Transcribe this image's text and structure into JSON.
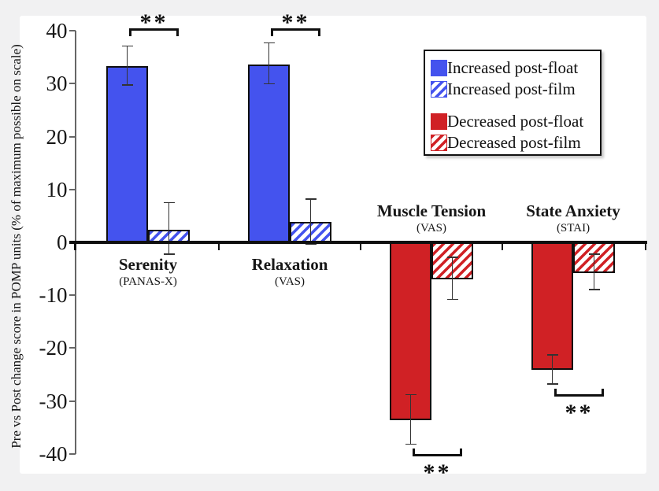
{
  "page": {
    "background": "#f1f1f2"
  },
  "figure": {
    "y_axis_label": "Pre vs Post change score in POMP units (% of maximum possible on scale)"
  },
  "legend": {
    "items": [
      {
        "label": "Increased post-float",
        "swatch": "solid-blue"
      },
      {
        "label": "Increased post-film",
        "swatch": "hatch-blue"
      },
      {
        "label": "Decreased post-float",
        "swatch": "solid-red"
      },
      {
        "label": "Decreased post-film",
        "swatch": "hatch-red"
      }
    ]
  },
  "colors": {
    "increase": "#4453ee",
    "decrease": "#d02125",
    "axis": "#0f0f0f",
    "error_bar": "#333333",
    "text": "#161616"
  },
  "chart_data": {
    "type": "bar",
    "title": "",
    "ylabel": "Pre vs Post change score in POMP units (% of maximum possible on scale)",
    "ylim": [
      -40,
      40
    ],
    "yticks": [
      40,
      30,
      20,
      10,
      0,
      -10,
      -20,
      -30,
      -40
    ],
    "grid": false,
    "legend_position": "upper-right",
    "series": [
      "post-float",
      "post-film"
    ],
    "groups": [
      {
        "label": "Serenity",
        "sublabel": "(PANAS-X)",
        "direction": "increase",
        "significance": "**",
        "bars": [
          {
            "series": "post-float",
            "value": 33.4,
            "err_low": 29.8,
            "err_high": 37.1,
            "fill": "solid"
          },
          {
            "series": "post-film",
            "value": 2.4,
            "err_low": -2.2,
            "err_high": 7.5,
            "fill": "hatch"
          }
        ]
      },
      {
        "label": "Relaxation",
        "sublabel": "(VAS)",
        "direction": "increase",
        "significance": "**",
        "bars": [
          {
            "series": "post-float",
            "value": 33.7,
            "err_low": 30.0,
            "err_high": 37.7,
            "fill": "solid"
          },
          {
            "series": "post-film",
            "value": 3.9,
            "err_low": -0.3,
            "err_high": 8.2,
            "fill": "hatch"
          }
        ]
      },
      {
        "label": "Muscle Tension",
        "sublabel": "(VAS)",
        "direction": "decrease",
        "significance": "**",
        "bars": [
          {
            "series": "post-float",
            "value": -33.5,
            "err_low": -38.2,
            "err_high": -28.8,
            "fill": "solid"
          },
          {
            "series": "post-film",
            "value": -6.8,
            "err_low": -10.8,
            "err_high": -2.8,
            "fill": "hatch"
          }
        ]
      },
      {
        "label": "State Anxiety",
        "sublabel": "(STAI)",
        "direction": "decrease",
        "significance": "**",
        "bars": [
          {
            "series": "post-float",
            "value": -24.0,
            "err_low": -26.8,
            "err_high": -21.3,
            "fill": "solid"
          },
          {
            "series": "post-film",
            "value": -5.6,
            "err_low": -8.9,
            "err_high": -2.2,
            "fill": "hatch"
          }
        ]
      }
    ]
  }
}
